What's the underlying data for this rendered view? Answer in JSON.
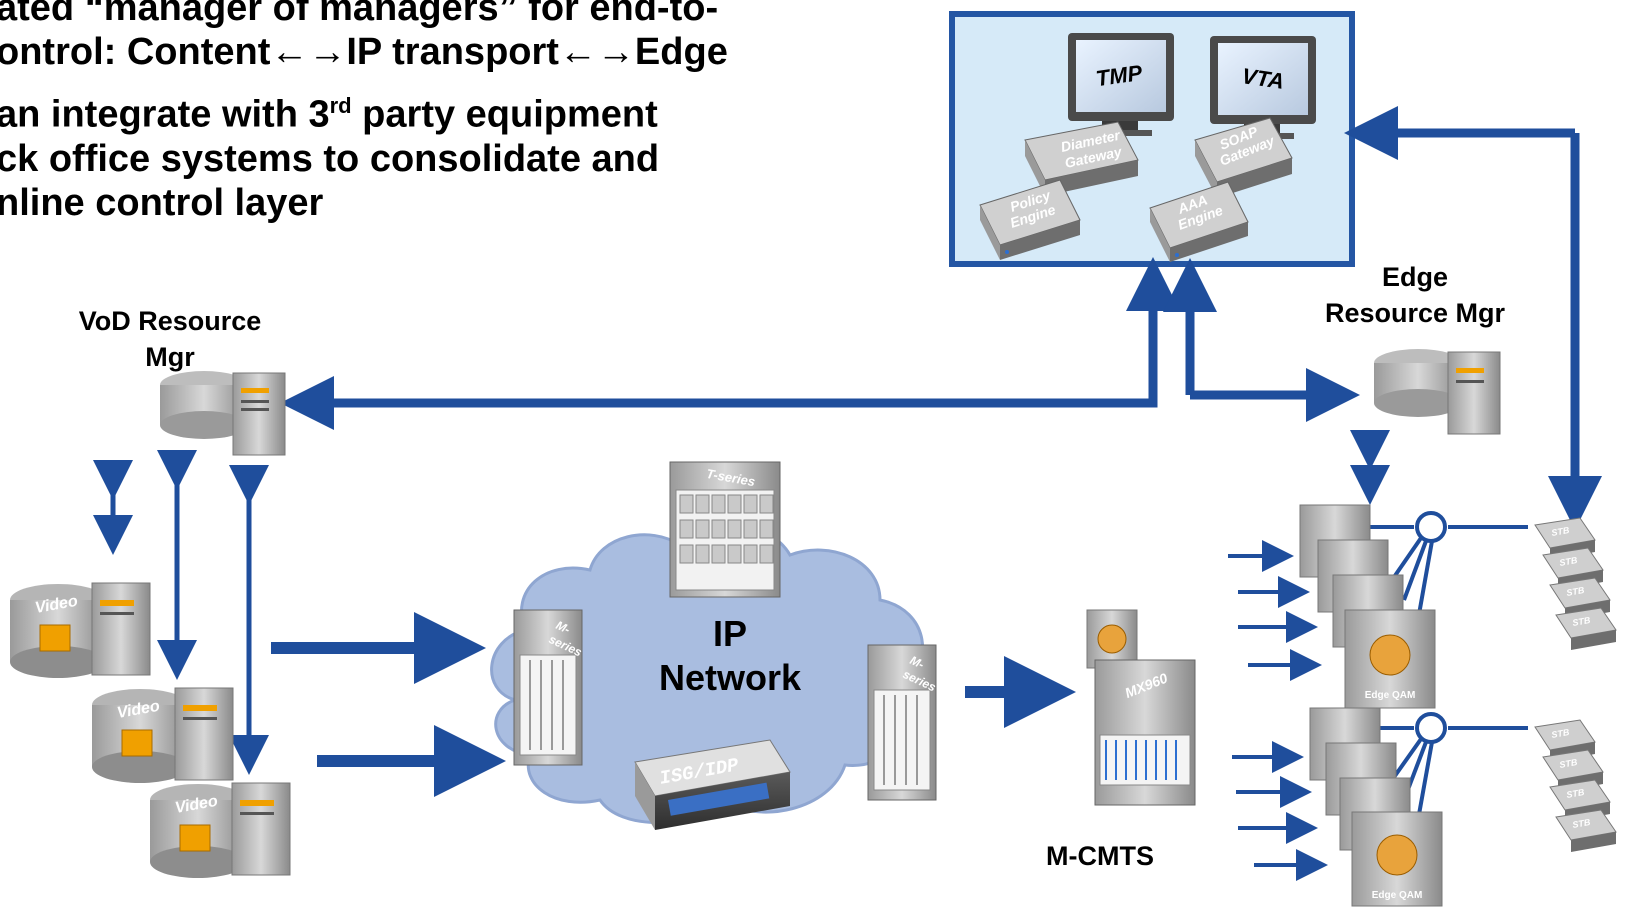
{
  "bullets": {
    "line1": "ated “manager of managers” for end-to-",
    "line2": "ontrol: Content←→IP transport←→Edge",
    "line3_a": "an integrate with 3",
    "line3_sup": "rd",
    "line3_b": " party equipment",
    "line4": "ck office systems to consolidate and",
    "line5": "nline control layer"
  },
  "control_box": {
    "monitor_left": "TMP",
    "monitor_right": "VTA",
    "device_1": [
      "Diameter",
      "Gateway"
    ],
    "device_2": [
      "SOAP",
      "Gateway"
    ],
    "device_3": [
      "Policy",
      "Engine"
    ],
    "device_4": [
      "AAA",
      "Engine"
    ]
  },
  "labels": {
    "vod_resource_line1": "VoD Resource",
    "vod_resource_line2": "Mgr",
    "edge_resource_line1": "Edge",
    "edge_resource_line2": "Resource Mgr",
    "ip_network_line1": "IP",
    "ip_network_line2": "Network",
    "mcmts": "M-CMTS",
    "video_server": "Video",
    "t_series": "T-series",
    "m_series": [
      "M-",
      "series"
    ],
    "isg_idp": "ISG/IDP",
    "mx960": "MX960",
    "edge_qam": "Edge QAM",
    "stb": "STB"
  },
  "colors": {
    "arrow_blue": "#1f4e9c",
    "box_border": "#2456a4",
    "box_fill": "#d6eaf8",
    "cloud": "#a9bde0"
  }
}
